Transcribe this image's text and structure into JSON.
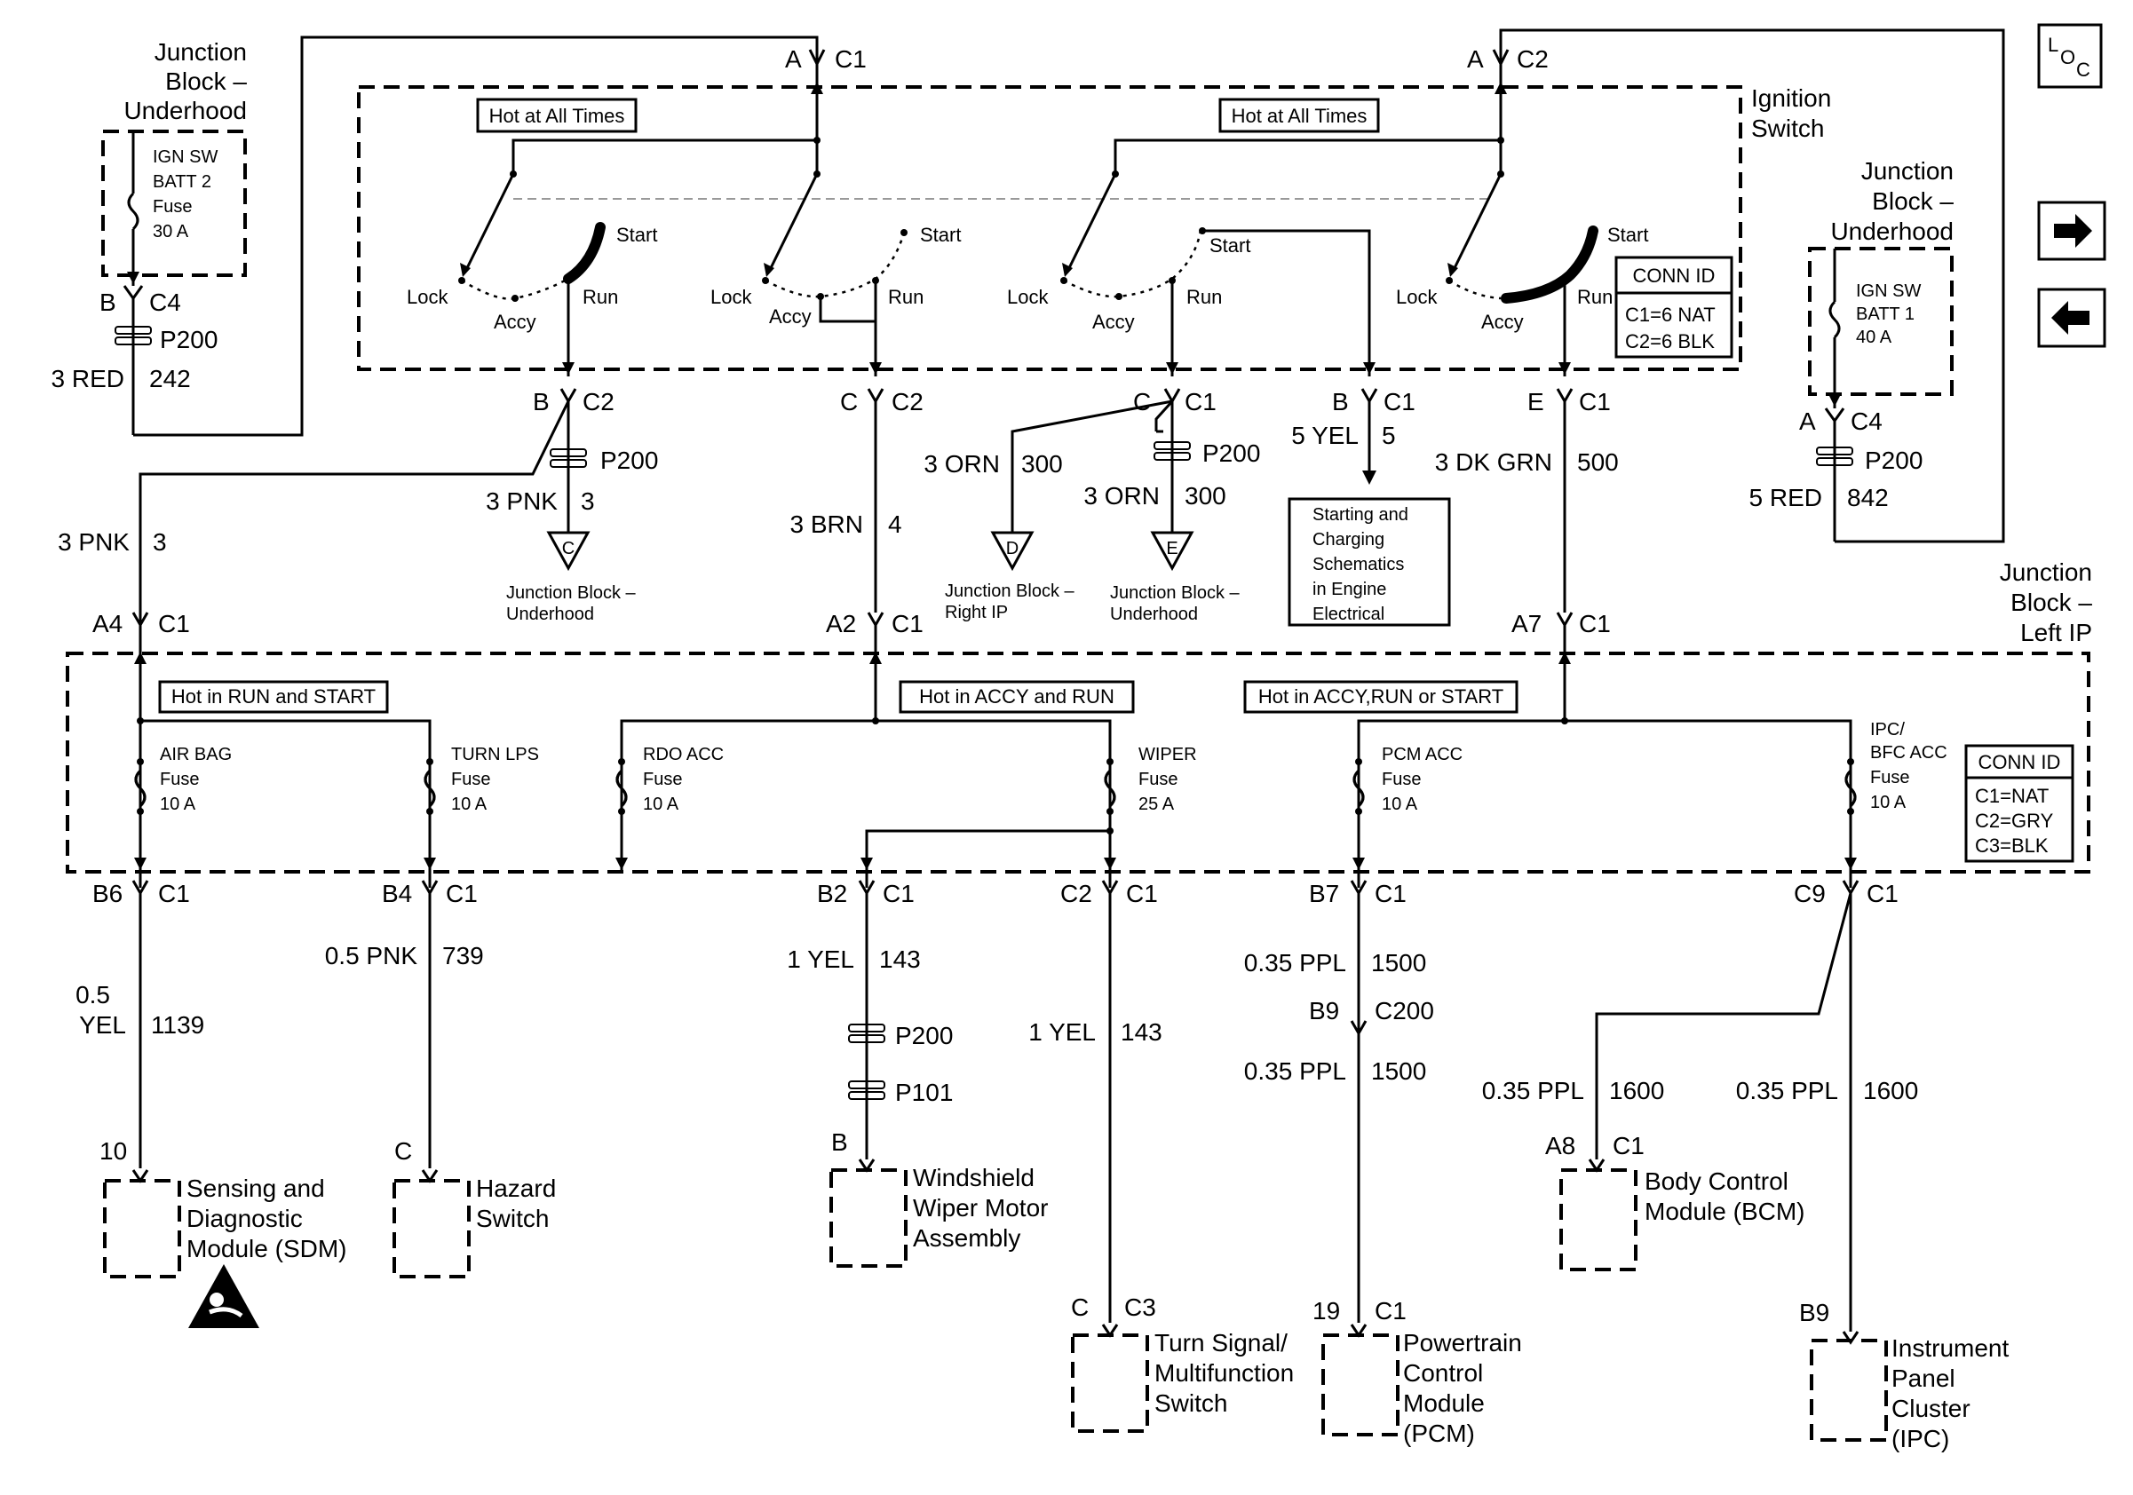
{
  "loc_icon_text": "LOC",
  "nav": {
    "next_icon": "arrow-right-icon",
    "prev_icon": "arrow-left-icon"
  },
  "ignition_switch": {
    "label_line1": "Ignition",
    "label_line2": "Switch",
    "hot_left": "Hot at All Times",
    "hot_right": "Hot at All Times",
    "positions": {
      "start": "Start",
      "run": "Run",
      "lock": "Lock",
      "accy": "Accy"
    },
    "conn_id": {
      "title": "CONN ID",
      "c1": "C1=6 NAT",
      "c2": "C2=6 BLK"
    },
    "top_left_connector": {
      "pin": "A",
      "conn": "C1"
    },
    "top_right_connector": {
      "pin": "A",
      "conn": "C2"
    }
  },
  "jb_underhood_left": {
    "title1": "Junction",
    "title2": "Block –",
    "title3": "Underhood",
    "fuse1": "IGN SW",
    "fuse2": "BATT 2",
    "fuse3": "Fuse",
    "fuse4": "30 A",
    "pin": "B",
    "conn": "C4",
    "splice": "P200",
    "wire_color": "3 RED",
    "wire_circuit": "242"
  },
  "jb_underhood_right": {
    "title1": "Junction",
    "title2": "Block –",
    "title3": "Underhood",
    "fuse1": "IGN SW",
    "fuse2": "BATT 1",
    "fuse3": "40 A",
    "pin": "A",
    "conn": "C4",
    "splice": "P200",
    "wire_color": "5 RED",
    "wire_circuit": "842"
  },
  "switch_outputs": [
    {
      "pin": "B",
      "conn": "C2"
    },
    {
      "pin": "C",
      "conn": "C2"
    },
    {
      "pin": "C",
      "conn": "C1"
    },
    {
      "pin": "B",
      "conn": "C1"
    },
    {
      "pin": "E",
      "conn": "C1"
    }
  ],
  "mid_wires": {
    "pnk_splice": "P200",
    "pnk_color": "3 PNK",
    "pnk_circuit": "3",
    "pnk_left_color": "3 PNK",
    "pnk_left_circuit": "3",
    "brn_color": "3 BRN",
    "brn_circuit": "4",
    "orn_left_color": "3 ORN",
    "orn_left_circuit": "300",
    "orn_splice": "P200",
    "orn_right_color": "3 ORN",
    "orn_right_circuit": "300",
    "yel_color": "5 YEL",
    "yel_circuit": "5",
    "grn_color": "3 DK GRN",
    "grn_circuit": "500"
  },
  "refs": {
    "c_letter": "C",
    "c_line1": "Junction Block –",
    "c_line2": "Underhood",
    "d_letter": "D",
    "d_line1": "Junction Block –",
    "d_line2": "Right IP",
    "e_letter": "E",
    "e_line1": "Junction Block –",
    "e_line2": "Underhood"
  },
  "starting_box": {
    "l1": "Starting and",
    "l2": "Charging",
    "l3": "Schematics",
    "l4": "in Engine",
    "l5": "Electrical"
  },
  "jb_left_ip": {
    "title1": "Junction",
    "title2": "Block –",
    "title3": "Left IP",
    "in_a4": {
      "pin": "A4",
      "conn": "C1"
    },
    "in_a2": {
      "pin": "A2",
      "conn": "C1"
    },
    "in_a7": {
      "pin": "A7",
      "conn": "C1"
    },
    "hot_run_start": "Hot in RUN and START",
    "hot_accy_run": "Hot in ACCY and RUN",
    "hot_accy_run_start": "Hot in ACCY,RUN or START",
    "fuses": {
      "airbag": [
        "AIR BAG",
        "Fuse",
        "10 A"
      ],
      "turn": [
        "TURN LPS",
        "Fuse",
        "10 A"
      ],
      "rdo": [
        "RDO ACC",
        "Fuse",
        "10 A"
      ],
      "wiper": [
        "WIPER",
        "Fuse",
        "25 A"
      ],
      "pcm": [
        "PCM ACC",
        "Fuse",
        "10 A"
      ],
      "ipc": [
        "IPC/",
        "BFC ACC",
        "Fuse",
        "10 A"
      ]
    },
    "conn_id": {
      "title": "CONN ID",
      "c1": "C1=NAT",
      "c2": "C2=GRY",
      "c3": "C3=BLK"
    }
  },
  "outputs": {
    "b6": {
      "pin": "B6",
      "conn": "C1",
      "color1": "0.5",
      "color2": "YEL",
      "circuit": "1139"
    },
    "b4": {
      "pin": "B4",
      "conn": "C1",
      "color": "0.5 PNK",
      "circuit": "739"
    },
    "b2": {
      "pin": "B2",
      "conn": "C1",
      "color": "1 YEL",
      "circuit": "143",
      "splice1": "P200",
      "splice2": "P101"
    },
    "c2": {
      "pin": "C2",
      "conn": "C1",
      "color": "1 YEL",
      "circuit": "143"
    },
    "b7": {
      "pin": "B7",
      "conn": "C1",
      "color": "0.35 PPL",
      "circuit": "1500",
      "inline_pin": "B9",
      "inline_conn": "C200",
      "color2": "0.35 PPL",
      "circuit2": "1500"
    },
    "c9": {
      "pin": "C9",
      "conn": "C1",
      "color_a": "0.35 PPL",
      "circuit_a": "1600",
      "color_b": "0.35 PPL",
      "circuit_b": "1600"
    }
  },
  "components": {
    "sdm": {
      "pin": "10",
      "l1": "Sensing and",
      "l2": "Diagnostic",
      "l3": "Module (SDM)",
      "icon": "airbag-warning-icon"
    },
    "hazard": {
      "pin": "C",
      "l1": "Hazard",
      "l2": "Switch"
    },
    "wiper_motor": {
      "pin": "B",
      "l1": "Windshield",
      "l2": "Wiper Motor",
      "l3": "Assembly"
    },
    "turn_switch": {
      "pin": "C",
      "conn": "C3",
      "l1": "Turn Signal/",
      "l2": "Multifunction",
      "l3": "Switch"
    },
    "pcm": {
      "pin": "19",
      "conn": "C1",
      "l1": "Powertrain",
      "l2": "Control",
      "l3": "Module",
      "l4": "(PCM)"
    },
    "bcm": {
      "pin": "A8",
      "conn": "C1",
      "l1": "Body Control",
      "l2": "Module (BCM)"
    },
    "ipc": {
      "pin": "B9",
      "l1": "Instrument",
      "l2": "Panel",
      "l3": "Cluster",
      "l4": "(IPC)"
    }
  }
}
